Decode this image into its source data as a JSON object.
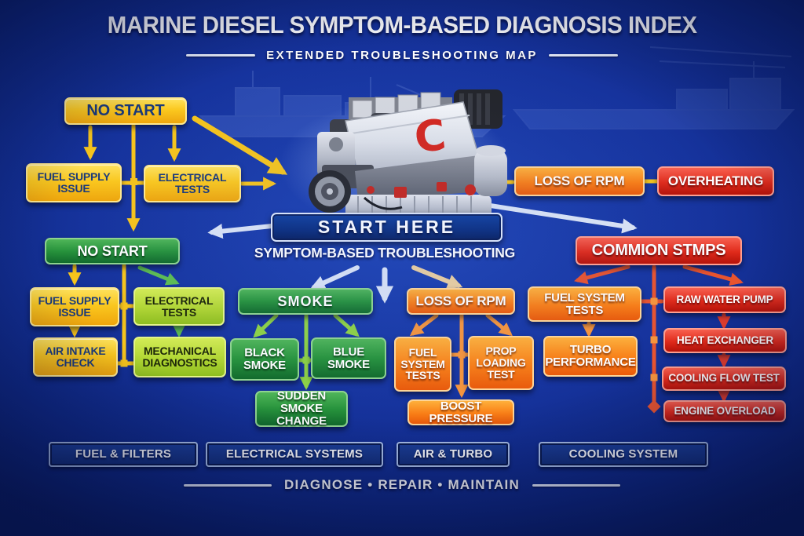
{
  "header": {
    "title": "MARINE DIESEL SYMPTOM-BASED DIAGNOSIS INDEX",
    "subtitle": "EXTENDED TROUBLESHOOTING MAP"
  },
  "engine": {
    "logo_letter": "C"
  },
  "top_flow": {
    "no_start": "NO START",
    "fuel_supply_issue": "FUEL SUPPLY ISSUE",
    "electrical_tests": "ELECTRICAL TESTS",
    "loss_of_rpm": "LOSS OF RPM",
    "overheating": "OVERHEATING"
  },
  "center": {
    "start_here": "START HERE",
    "symptom_heading": "SYMPTOM-BASED TROUBLESHOOTING"
  },
  "no_start_branch": {
    "title": "NO START",
    "fuel_supply_issue": "FUEL SUPPLY ISSUE",
    "electrical_tests": "ELECTRICAL TESTS",
    "air_intake_check": "AIR INTAKE CHECK",
    "mechanical_diagnostics": "MECHANICAL DIAGNOSTICS"
  },
  "smoke_branch": {
    "title": "SMOKE",
    "black_smoke": "BLACK SMOKE",
    "blue_smoke": "BLUE SMOKE",
    "sudden_smoke_change": "SUDDEN SMOKE CHANGE"
  },
  "rpm_branch": {
    "title": "LOSS OF RPM",
    "fuel_system_tests": "FUEL SYSTEM TESTS",
    "prop_loading_test": "PROP LOADING TEST",
    "boost_pressure": "BOOST PRESSURE"
  },
  "common_branch": {
    "title": "COMMION STMPS",
    "fuel_system_tests": "FUEL SYSTEM TESTS",
    "turbo_performance": "TURBO PERFORMANCE",
    "raw_water_pump": "RAW WATER PUMP",
    "heat_exchanger": "HEAT EXCHANGER",
    "cooling_flow_test": "COOLING FLOW TEST",
    "engine_overload": "ENGINE OVERLOAD"
  },
  "footer": {
    "categories": [
      "FUEL & FILTERS",
      "ELECTRICAL SYSTEMS",
      "AIR & TURBO",
      "COOLING SYSTEM"
    ],
    "tagline": "DIAGNOSE • REPAIR • MAINTAIN"
  },
  "colors": {
    "background": "#16339d",
    "yellow": "#f6c41c",
    "green_dark": "#27933c",
    "green_light": "#b1d633",
    "orange": "#f97e16",
    "red": "#e02a1a",
    "navy_panel": "#0a2d7e",
    "arrow_blue": "#dbe4f5",
    "engine_logo_red": "#d6261c"
  }
}
